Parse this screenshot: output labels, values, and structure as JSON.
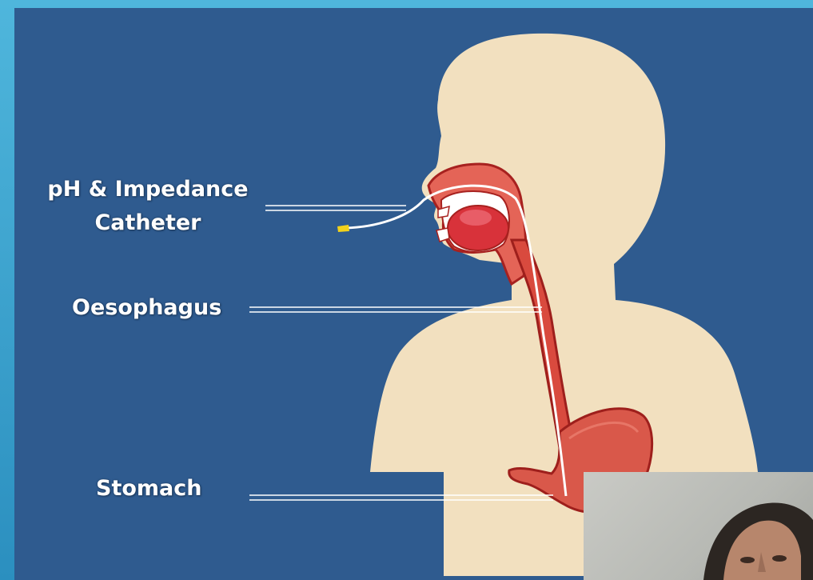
{
  "diagram": {
    "labels": {
      "catheter_line1": "pH & Impedance",
      "catheter_line2": "Catheter",
      "oesophagus": "Oesophagus",
      "stomach": "Stomach"
    },
    "colors": {
      "panel_background": "#2f5b8f",
      "body_silhouette": "#f2e0bf",
      "tissue": "#d94a3e",
      "tissue_outline": "#9e1f1c",
      "catheter": "#ffffff",
      "catheter_tip": "#f2d21b"
    }
  },
  "webcam": {
    "icon": "video-feed"
  }
}
